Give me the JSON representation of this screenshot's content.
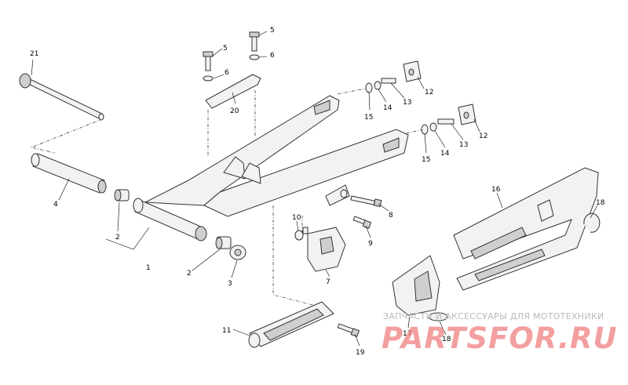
{
  "watermark": {
    "tagline": "ЗАПЧАСТИ И АКСЕССУАРЫ ДЛЯ МОТОТЕХНИКИ",
    "logo": "PARTSFOR.RU",
    "logo_color": "#f08080"
  },
  "callouts": {
    "c1": "1",
    "c2a": "2",
    "c2b": "2",
    "c3": "3",
    "c4": "4",
    "c5a": "5",
    "c5b": "5",
    "c6a": "6",
    "c6b": "6",
    "c7": "7",
    "c8": "8",
    "c9": "9",
    "c10": "10",
    "c11": "11",
    "c12a": "12",
    "c12b": "12",
    "c13a": "13",
    "c13b": "13",
    "c14a": "14",
    "c14b": "14",
    "c15a": "15",
    "c15b": "15",
    "c16": "16",
    "c17": "17",
    "c18a": "18",
    "c18b": "18",
    "c19": "19",
    "c20": "20",
    "c21": "21"
  }
}
